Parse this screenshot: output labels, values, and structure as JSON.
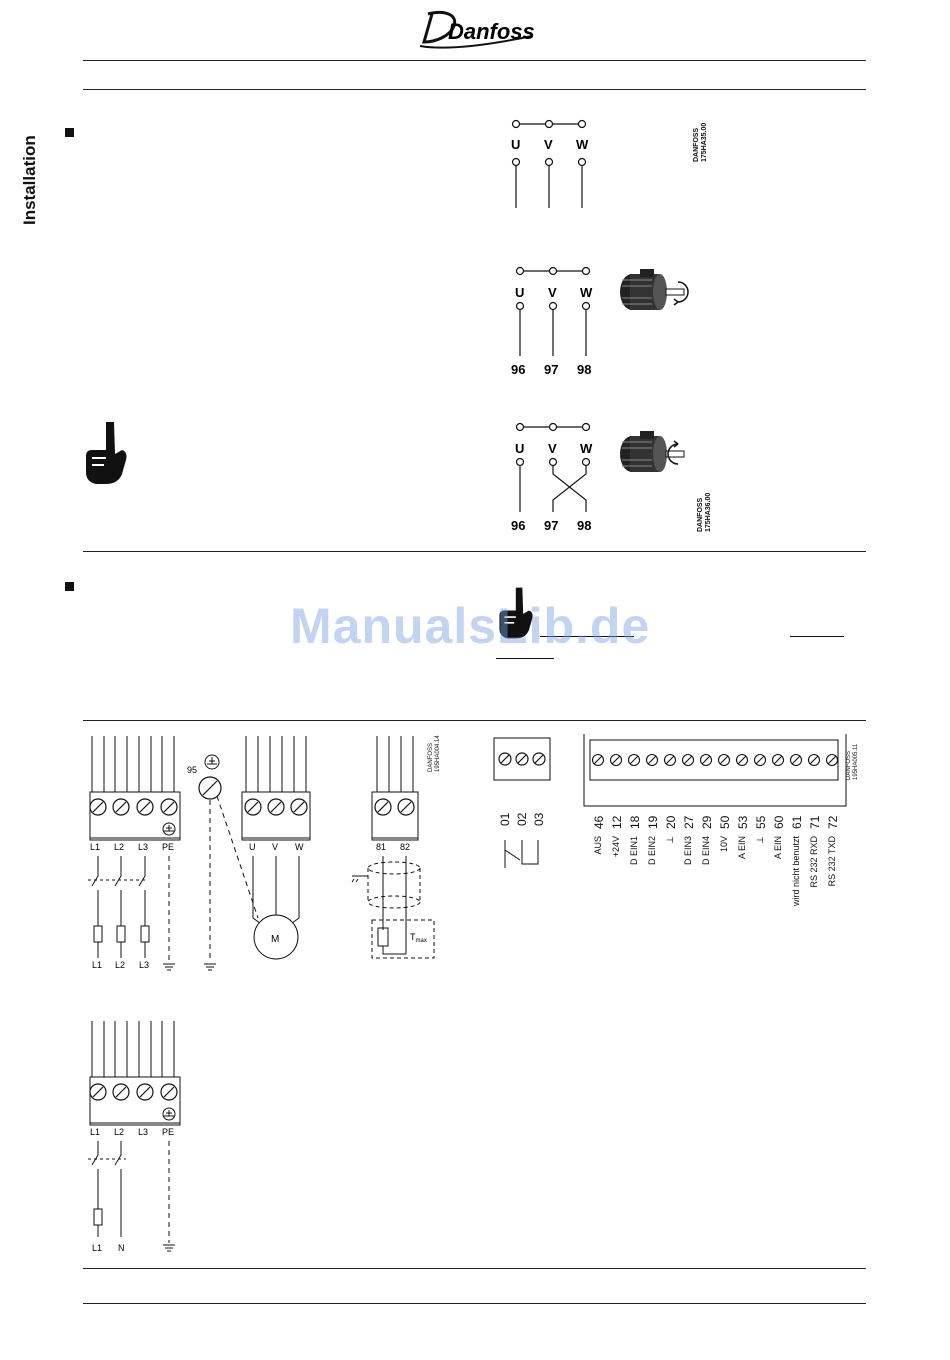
{
  "brand": {
    "logo_text": "Danfoss"
  },
  "sidebar": {
    "section_label": "Installation"
  },
  "watermark": {
    "text": "ManualsLib.de"
  },
  "motor_diagrams": {
    "phase_labels": [
      "U",
      "V",
      "W"
    ],
    "terminal_numbers": [
      "96",
      "97",
      "98"
    ],
    "codes": [
      {
        "line1": "DANFOSS",
        "line2": "175HA35.00"
      },
      {
        "line1": "DANFOSS",
        "line2": "175HA36.00"
      }
    ]
  },
  "wiring": {
    "mains_3ph_terminals": [
      "L1",
      "L2",
      "L3",
      "PE"
    ],
    "mains_3ph_supply": [
      "L1",
      "L2",
      "L3"
    ],
    "earth_terminal": "95",
    "motor_terminals": [
      "U",
      "V",
      "W"
    ],
    "motor_label": "M",
    "brake_terminals": [
      "81",
      "82"
    ],
    "brake_resistor_label": "T",
    "brake_resistor_sub": "max",
    "code_left": {
      "line1": "DANFOSS",
      "line2": "195HA004.14"
    },
    "mains_1ph_terminals": [
      "L1",
      "L2",
      "L3",
      "PE"
    ],
    "mains_1ph_supply": [
      "L1",
      "N"
    ]
  },
  "relay": {
    "terminals": [
      "01",
      "02",
      "03"
    ]
  },
  "control": {
    "code": {
      "line1": "DANFOSS",
      "line2": "195HA005.11"
    },
    "terminals": [
      {
        "label": "AUS",
        "number": "46"
      },
      {
        "label": "+24V",
        "number": "12"
      },
      {
        "label": "D EIN1",
        "number": "18"
      },
      {
        "label": "D EIN2",
        "number": "19"
      },
      {
        "label": "⊥",
        "number": "20"
      },
      {
        "label": "D EIN3",
        "number": "27"
      },
      {
        "label": "D EIN4",
        "number": "29"
      },
      {
        "label": "10V",
        "number": "50"
      },
      {
        "label": "A EIN",
        "number": "53"
      },
      {
        "label": "⊥",
        "number": "55"
      },
      {
        "label": "A EIN",
        "number": "60"
      },
      {
        "label": "wird nicht benutzt",
        "number": "61"
      },
      {
        "label": "RS 232 RXD",
        "number": "71"
      },
      {
        "label": "RS 232 TXD",
        "number": "72"
      }
    ]
  }
}
